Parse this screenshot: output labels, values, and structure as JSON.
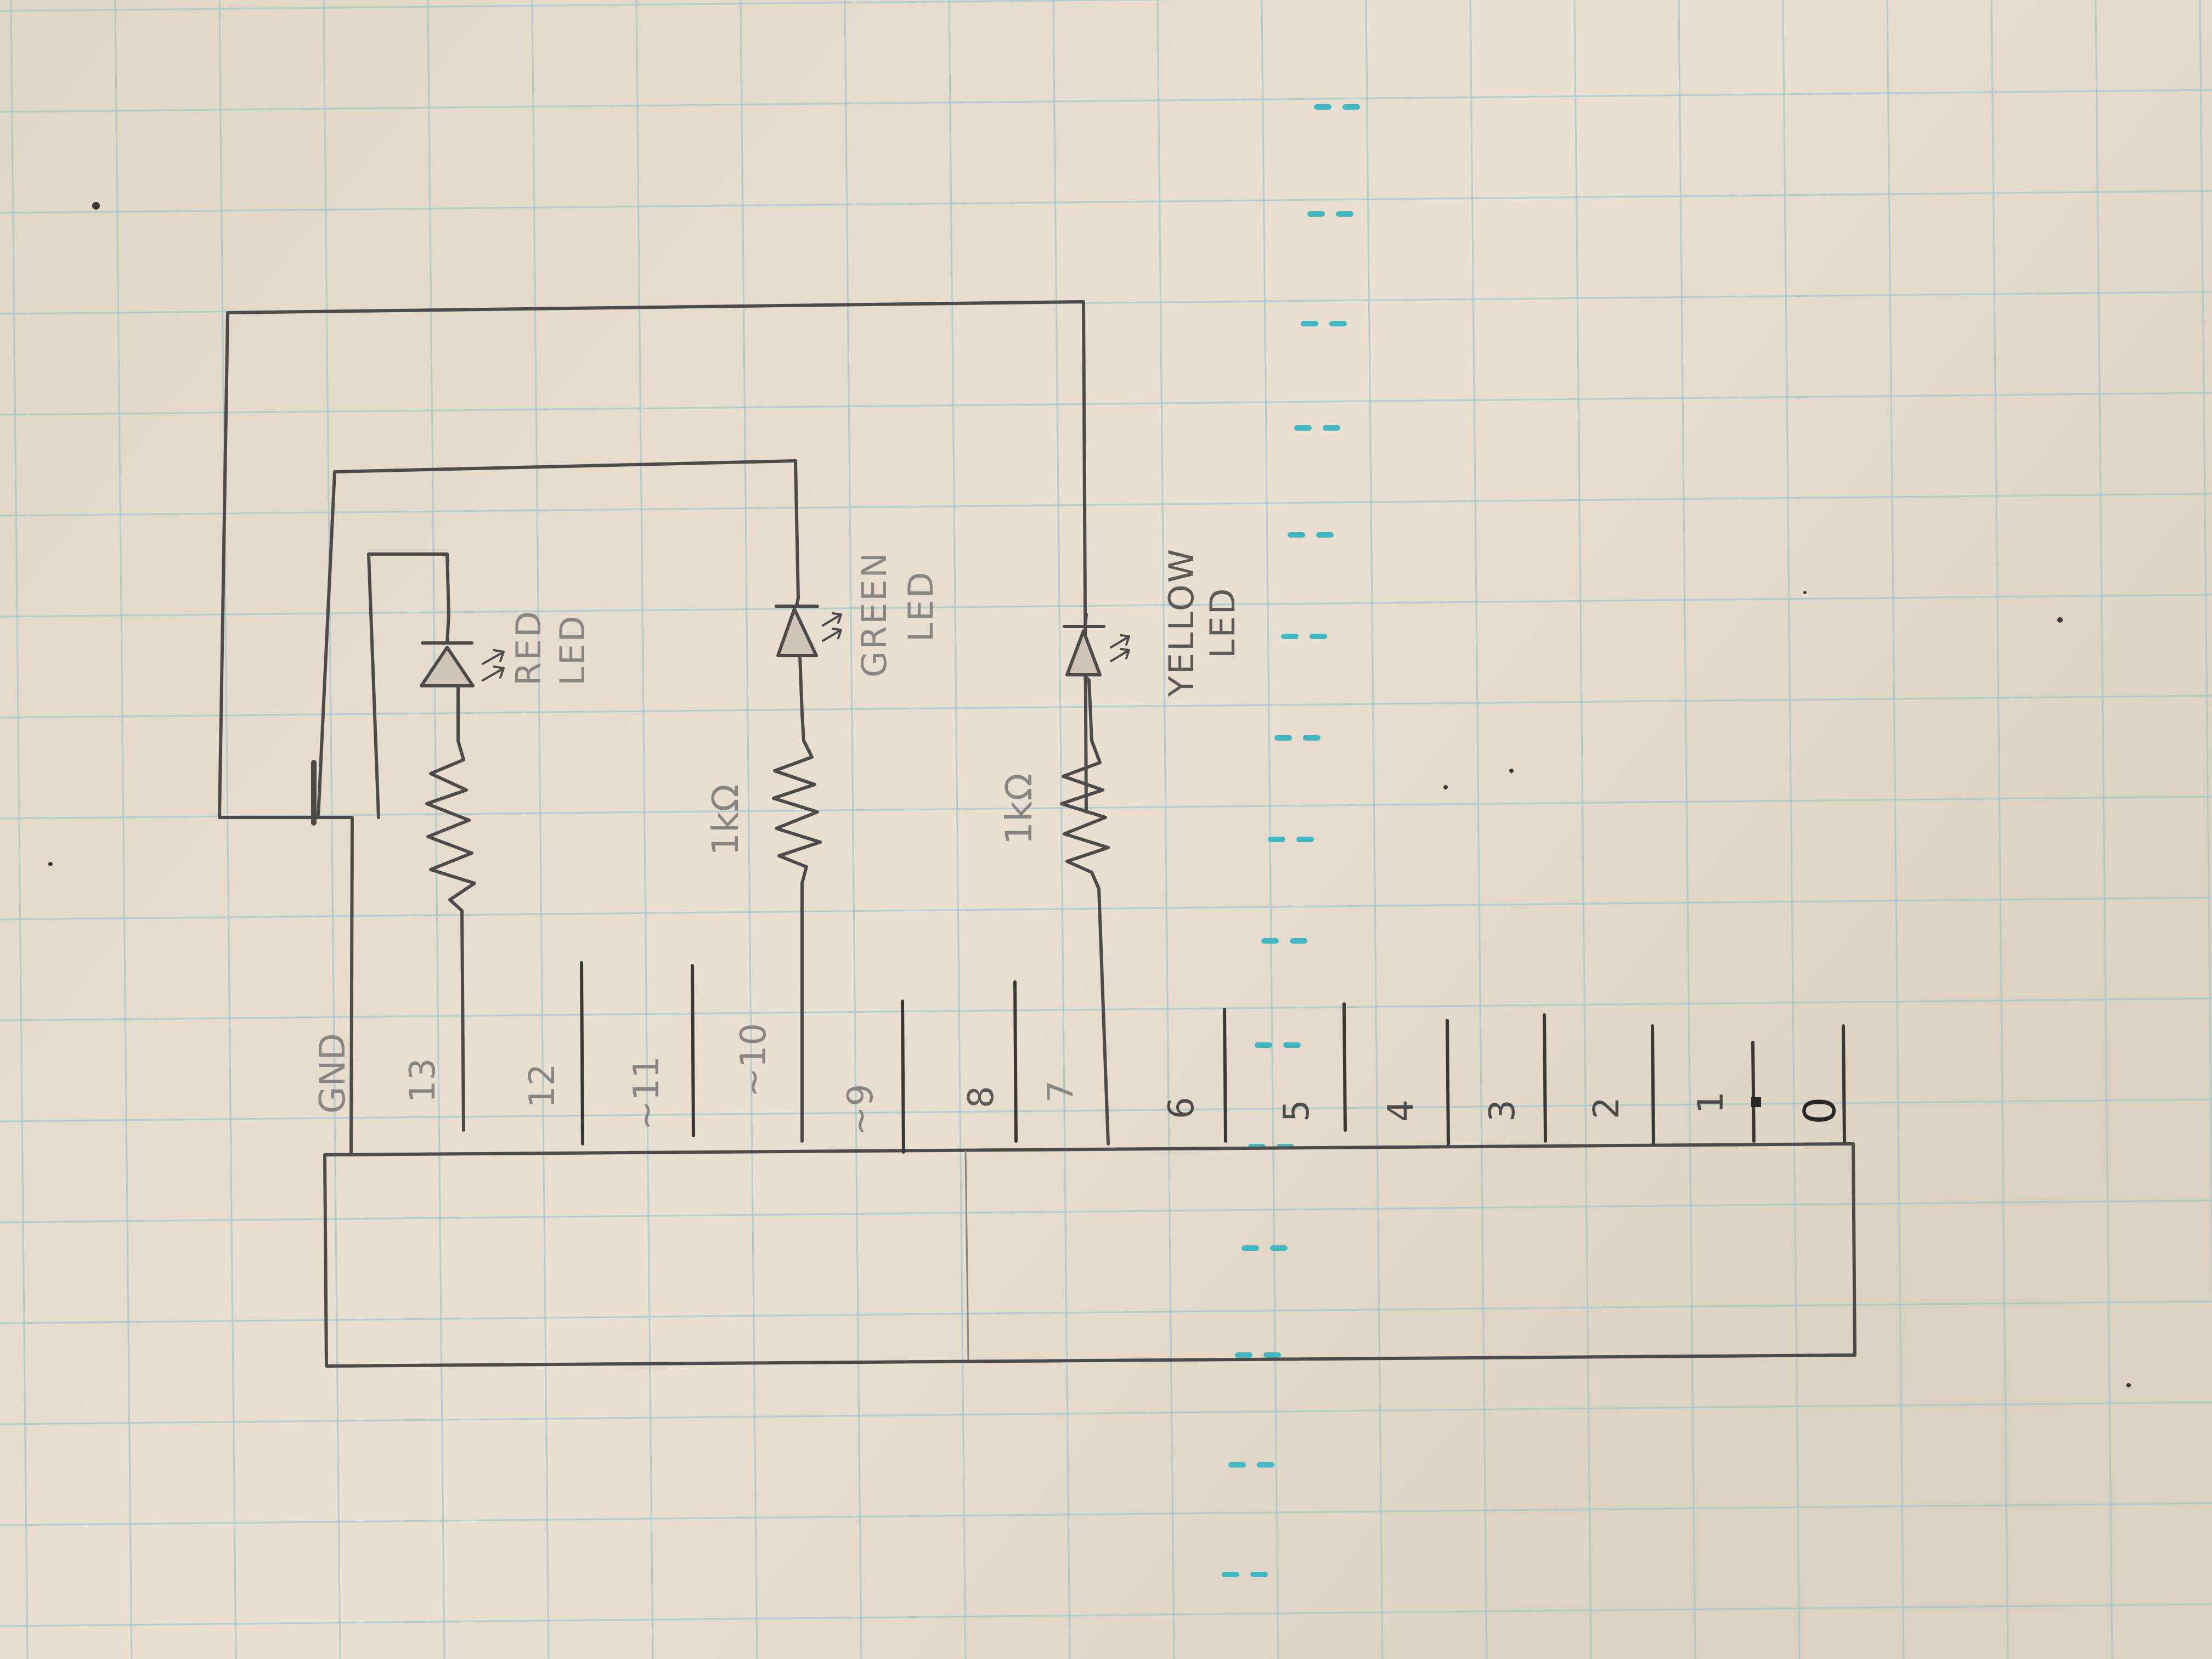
{
  "board": {
    "gnd_label": "GND",
    "pins": [
      {
        "id": "13",
        "label": "13"
      },
      {
        "id": "12",
        "label": "12"
      },
      {
        "id": "11",
        "label": "~11"
      },
      {
        "id": "10",
        "label": "~10"
      },
      {
        "id": "9",
        "label": "~9"
      },
      {
        "id": "8",
        "label": "8"
      },
      {
        "id": "7",
        "label": "7"
      },
      {
        "id": "6",
        "label": "6"
      },
      {
        "id": "5",
        "label": "5"
      },
      {
        "id": "4",
        "label": "4"
      },
      {
        "id": "3",
        "label": "3"
      },
      {
        "id": "2",
        "label": "2"
      },
      {
        "id": "1",
        "label": "1"
      },
      {
        "id": "0",
        "label": "0"
      }
    ]
  },
  "components": {
    "red_led": {
      "line1": "RED",
      "line2": "LED"
    },
    "green_led": {
      "line1": "GREEN",
      "line2": "LED"
    },
    "yellow_led": {
      "line1": "YELLOW",
      "line2": "LED"
    },
    "green_resistor": {
      "label": "1kΩ"
    },
    "yellow_resistor": {
      "label": "1kΩ"
    }
  },
  "colors": {
    "paper": "#e7dccd",
    "grid": "#9fc9c8",
    "pencil": "#4d4a47",
    "faint_pencil": "#8a8580"
  }
}
